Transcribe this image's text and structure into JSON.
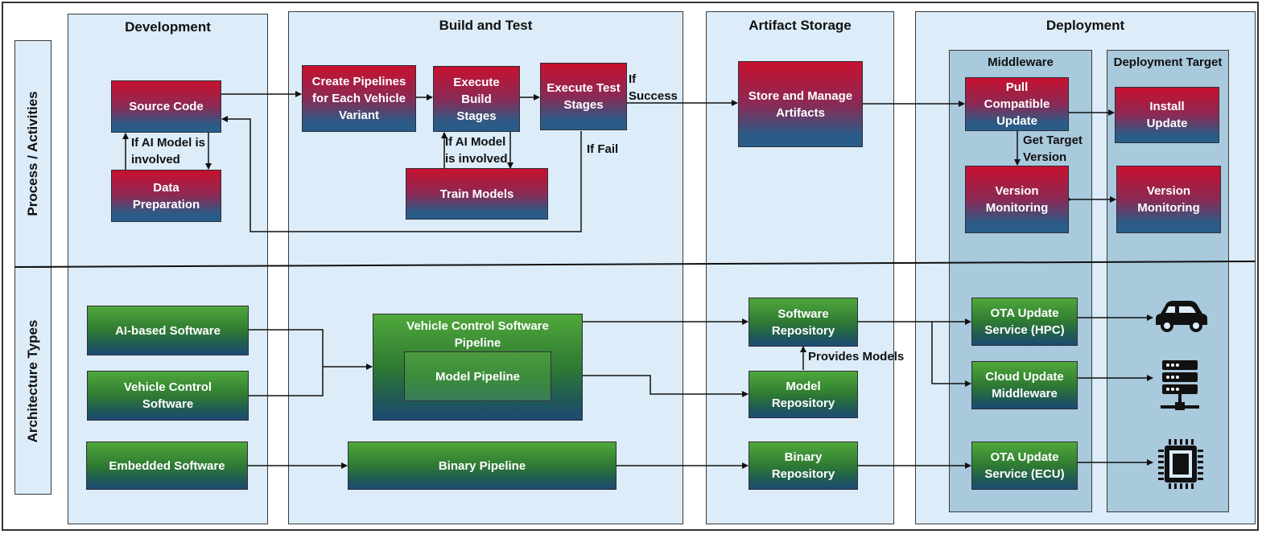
{
  "rows": {
    "top": "Process / Activities",
    "bottom": "Architecture Types"
  },
  "lanes": {
    "development": "Development",
    "build_test": "Build and Test",
    "artifact_storage": "Artifact Storage",
    "deployment": "Deployment",
    "middleware": "Middleware",
    "deployment_target": "Deployment Target"
  },
  "process": {
    "source_code": "Source Code",
    "data_preparation": "Data Preparation",
    "create_pipelines": "Create Pipelines for Each Vehicle Variant",
    "execute_build": "Execute Build Stages",
    "execute_test": "Execute Test Stages",
    "train_models": "Train Models",
    "store_artifacts": "Store and Manage Artifacts",
    "pull_update": "Pull Compatible Update",
    "install_update": "Install Update",
    "version_monitoring_mw": "Version Monitoring",
    "version_monitoring_target": "Version Monitoring"
  },
  "labels": {
    "ai_model_dev": "If AI Model is involved",
    "ai_model_build": "If AI Model is involved",
    "if_success": "If Success",
    "if_fail": "If Fail",
    "get_target_version": "Get Target Version",
    "provides_models": "Provides Models"
  },
  "architecture": {
    "ai_software": "AI-based Software",
    "vehicle_control_software": "Vehicle Control Software",
    "embedded_software": "Embedded Software",
    "vehicle_control_pipeline": "Vehicle Control Software Pipeline",
    "model_pipeline": "Model Pipeline",
    "binary_pipeline": "Binary Pipeline",
    "software_repository": "Software Repository",
    "model_repository": "Model Repository",
    "binary_repository": "Binary Repository",
    "ota_hpc": "OTA Update Service (HPC)",
    "cloud_middleware": "Cloud Update Middleware",
    "ota_ecu": "OTA Update Service (ECU)"
  },
  "icons": {
    "car": "car-icon",
    "server": "server-icon",
    "chip": "chip-icon"
  },
  "colors": {
    "lane": "#dcecf8",
    "sublane": "#a9c9dc",
    "red_box": "#c8102e",
    "blue_box": "#275d8a",
    "green_box": "#2f7a33"
  }
}
